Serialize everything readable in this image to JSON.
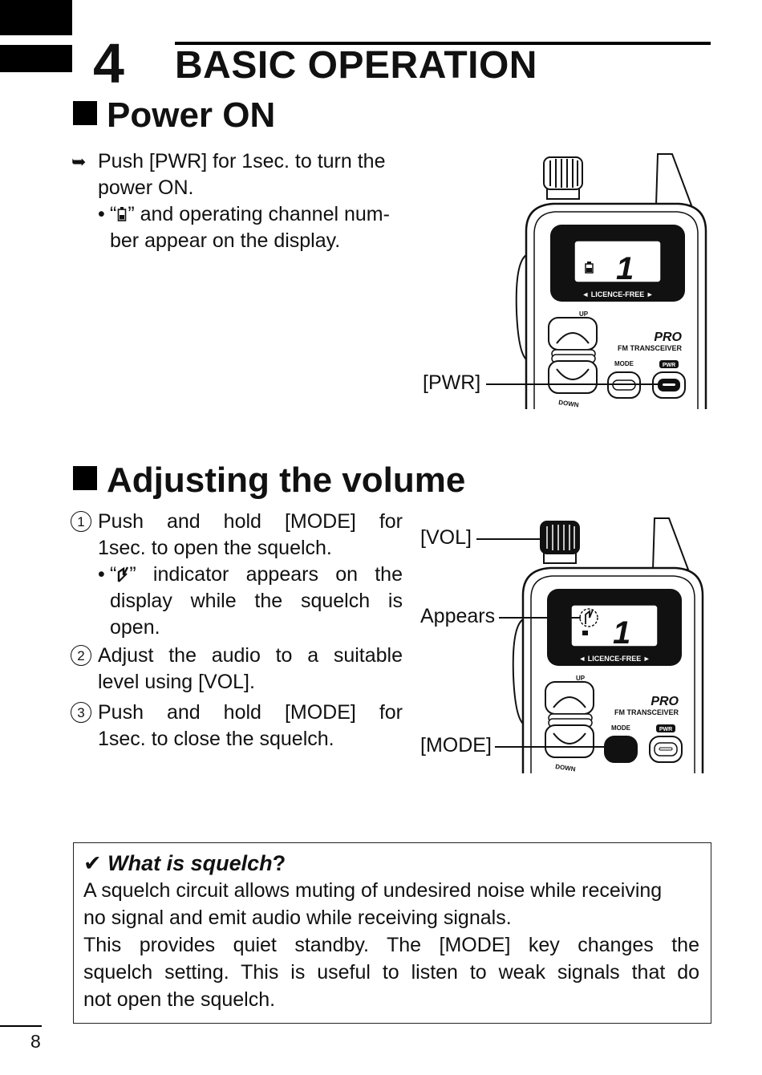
{
  "header": {
    "chapter_number": "4",
    "chapter_title": "BASIC OPERATION"
  },
  "power_on": {
    "heading": "Power ON",
    "step_line1": "Push [PWR] for 1sec. to turn the",
    "step_line2": "power ON.",
    "bullet_open": "“",
    "bullet_rest_line1": "” and operating channel num-",
    "bullet_line2": "ber appear on the display.",
    "callout_pwr": "[PWR]"
  },
  "adjust_volume": {
    "heading": "Adjusting the volume",
    "step1_num": "1",
    "step1_line1": "Push and hold [MODE] for",
    "step1_line2": "1sec. to open the squelch.",
    "step1_bullet_open": "“",
    "step1_bullet_rest_line1": "” indicator appears on the",
    "step1_bullet_line2": "display while the squelch is",
    "step1_bullet_line3": "open.",
    "step2_num": "2",
    "step2_line1": "Adjust the audio to a suitable",
    "step2_line2": "level using [VOL].",
    "step3_num": "3",
    "step3_line1": "Push and hold [MODE] for",
    "step3_line2": "1sec. to close the squelch.",
    "callout_vol": "[VOL]",
    "callout_appears": "Appears",
    "callout_mode": "[MODE]"
  },
  "device": {
    "display_channel": "1",
    "band_label": "◄ LICENCE-FREE ►",
    "up_label": "UP",
    "down_label": "DOWN",
    "brand": "PRO",
    "model_line": "FM TRANSCEIVER",
    "mode_label": "MODE",
    "pwr_label": "PWR"
  },
  "note": {
    "check": "✔",
    "title": "What is squelch",
    "title_qmark": "?",
    "line1": "A squelch circuit allows muting of undesired noise while receiving",
    "line2": "no signal and emit audio while receiving signals.",
    "line3": "This provides quiet standby. The [MODE] key changes the",
    "line4": "squelch setting. This is useful to listen to weak signals that do",
    "line5": "not open the squelch."
  },
  "page_number": "8"
}
